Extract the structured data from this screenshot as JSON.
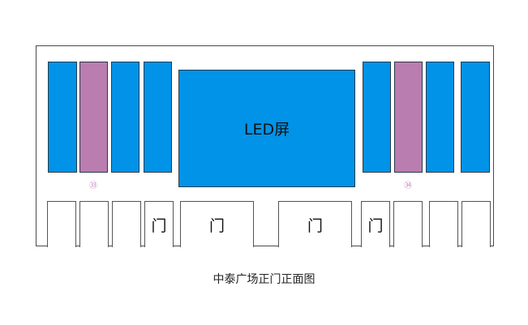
{
  "diagram": {
    "caption": "中泰广场正门正面图",
    "led_screen_label": "LED屏",
    "colors": {
      "panel_blue": "#0093e8",
      "panel_highlight": "#b97db0",
      "number_label": "#c78bc0",
      "outline": "#4a4a4a"
    },
    "top_left_panels": [
      {
        "type": "blue"
      },
      {
        "type": "highlight",
        "number": "㉝"
      },
      {
        "type": "blue"
      },
      {
        "type": "blue"
      }
    ],
    "top_right_panels": [
      {
        "type": "blue"
      },
      {
        "type": "highlight",
        "number": "㉞"
      },
      {
        "type": "blue"
      },
      {
        "type": "blue"
      }
    ],
    "bottom_row": [
      {
        "label": ""
      },
      {
        "label": ""
      },
      {
        "label": ""
      },
      {
        "label": "门"
      },
      {
        "label": "门"
      },
      {
        "label": "门"
      },
      {
        "label": "门"
      },
      {
        "label": ""
      },
      {
        "label": ""
      },
      {
        "label": ""
      }
    ]
  }
}
